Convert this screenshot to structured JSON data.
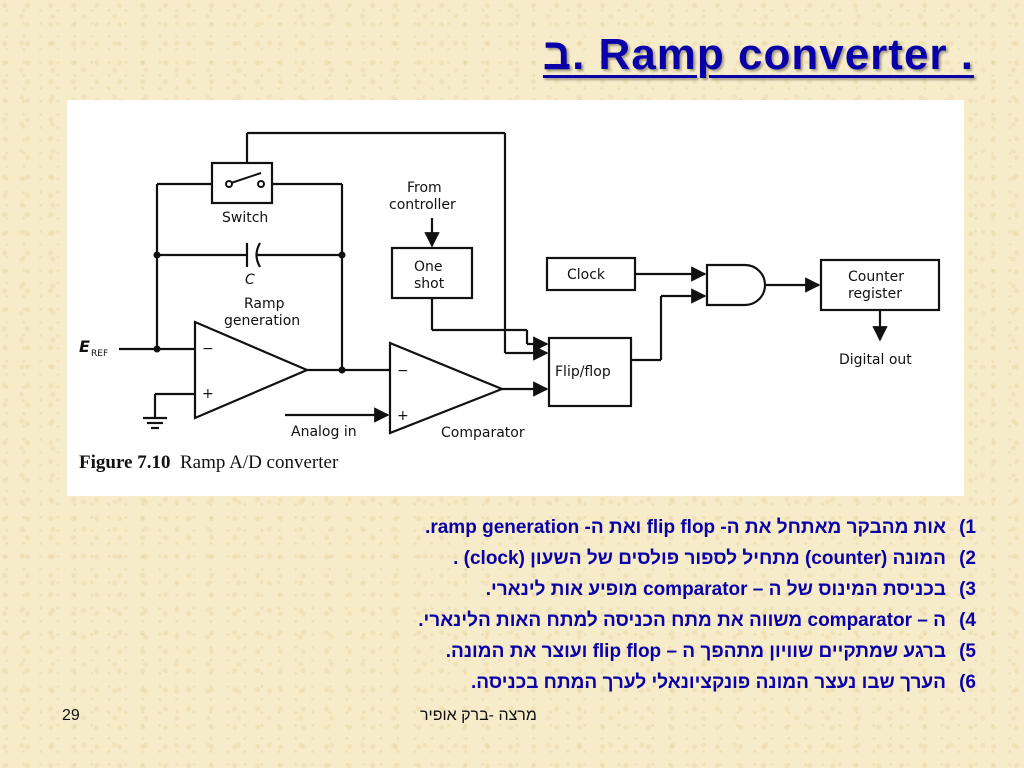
{
  "slide": {
    "title": "ב.  Ramp converter .",
    "figure": {
      "caption_number": "Figure 7.10",
      "caption_text": "Ramp A/D converter",
      "labels": {
        "switch": "Switch",
        "capacitor": "C",
        "ramp_line1": "Ramp",
        "ramp_line2": "generation",
        "eref_main": "E",
        "eref_sub": "REF",
        "from_line1": "From",
        "from_line2": "controller",
        "oneshot_line1": "One",
        "oneshot_line2": "shot",
        "clock": "Clock",
        "counter_line1": "Counter",
        "counter_line2": "register",
        "digital_out": "Digital out",
        "flipflop": "Flip/flop",
        "analog_in": "Analog in",
        "comparator": "Comparator",
        "minus": "−",
        "plus": "+"
      }
    },
    "list": [
      {
        "num": "1)",
        "text": "אות מהבקר מאתחל את ה- flip flop ואת ה- ramp generation."
      },
      {
        "num": "2)",
        "text": "המונה (counter) מתחיל לספור פולסים של השעון (clock) ."
      },
      {
        "num": "3)",
        "text": "בכניסת המינוס של ה – comparator מופיע אות לינארי."
      },
      {
        "num": "4)",
        "text": "ה – comparator  משווה את מתח הכניסה למתח האות הלינארי."
      },
      {
        "num": "5)",
        "text": "ברגע שמתקיים שוויון מתהפך ה – flip flop ועוצר את המונה."
      },
      {
        "num": "6)",
        "text": "הערך שבו נעצר המונה פונקציונאלי לערך המתח בכניסה."
      }
    ],
    "footer": {
      "page_number": "29",
      "author": "מרצה  -ברק אופיר"
    }
  }
}
